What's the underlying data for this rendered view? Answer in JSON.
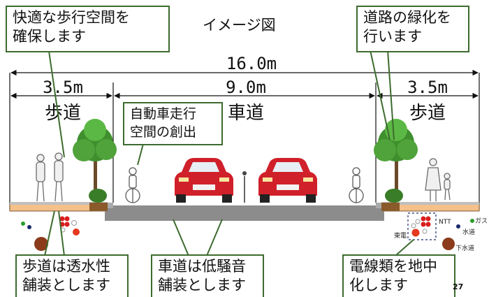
{
  "title": "イメージ図",
  "dimensions": {
    "total": "16.0m",
    "sidewalk_left": "3.5m",
    "roadway": "9.0m",
    "sidewalk_right": "3.5m"
  },
  "zones": {
    "sidewalk_left": "歩道",
    "roadway": "車道",
    "sidewalk_right": "歩道"
  },
  "callouts": {
    "pedestrian_space": [
      "快適な歩行空間を",
      "確保します"
    ],
    "greening": [
      "道路の緑化を",
      "行います"
    ],
    "driving_space": [
      "自動車走行",
      "空間の創出"
    ],
    "permeable_paving": [
      "歩道は透水性",
      "舗装とします"
    ],
    "low_noise_paving": [
      "車道は低騒音",
      "舗装とします"
    ],
    "undergrounding": [
      "電線類を地中",
      "化します"
    ]
  },
  "utilities": {
    "ntt": "NTT",
    "gas": "ガス",
    "water": "水道",
    "electric": "東電",
    "sewer": "下水道"
  },
  "colors": {
    "callout_border": "#3d6b2e",
    "sidewalk": "#f5c08a",
    "roadway": "#8c8c8c",
    "car_red": "#d0202a",
    "tree_green": "#3f8f2e",
    "sewer_brown": "#8b3a1a",
    "gas_green": "#2a9d2a",
    "water_navy": "#1a2a6b"
  },
  "page_number": "27"
}
